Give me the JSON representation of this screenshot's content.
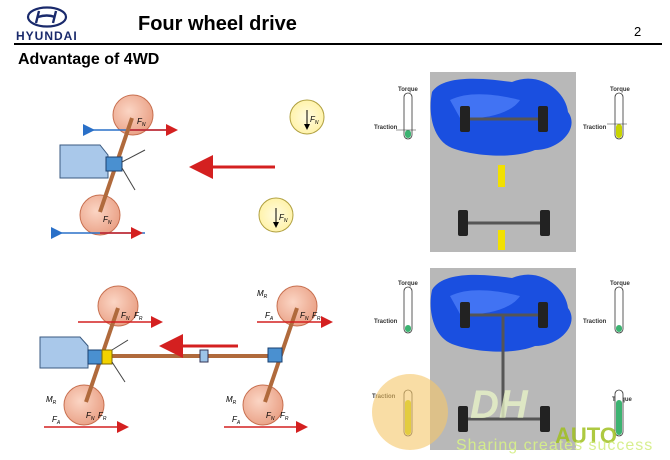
{
  "header": {
    "brand": "HYUNDAI",
    "title": "Four wheel drive",
    "page_number": "2"
  },
  "section": {
    "heading": "Advantage of 4WD"
  },
  "gauges": {
    "torque_label": "Torque",
    "traction_label": "Traction"
  },
  "forces": {
    "f": "F",
    "m": "M",
    "sub_n": "N",
    "sub_a": "A",
    "sub_r": "R"
  },
  "watermark": {
    "brand": "AUTO",
    "slogan": "Sharing creates success"
  },
  "colors": {
    "wheel": "#f2b8a0",
    "ice": "#1a4fe0",
    "road": "#b8b8b8",
    "arrow": "#d42020",
    "gearbox": "#9cc4e8"
  }
}
